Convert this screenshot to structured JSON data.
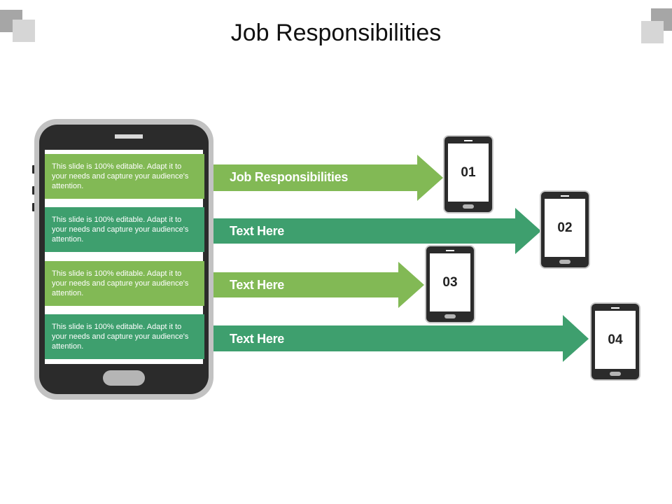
{
  "slide": {
    "title": "Job Responsibilities"
  },
  "colors": {
    "light_green": "#82b955",
    "dark_green": "#3e9f6e",
    "phone_body": "#2b2b2b",
    "phone_frame": "#c2c2c2"
  },
  "strips": [
    {
      "text": "This slide is 100% editable. Adapt it to your needs and capture your audience's attention."
    },
    {
      "text": "This slide is 100% editable. Adapt it to your needs and capture your audience's attention."
    },
    {
      "text": "This slide is 100% editable. Adapt it to your needs and capture your audience's attention."
    },
    {
      "text": "This slide is 100% editable. Adapt it to your needs and capture your audience's attention."
    }
  ],
  "arrows": [
    {
      "label": "Job Responsibilities"
    },
    {
      "label": "Text Here"
    },
    {
      "label": "Text Here"
    },
    {
      "label": "Text Here"
    }
  ],
  "mini_phones": [
    {
      "number": "01"
    },
    {
      "number": "02"
    },
    {
      "number": "03"
    },
    {
      "number": "04"
    }
  ]
}
